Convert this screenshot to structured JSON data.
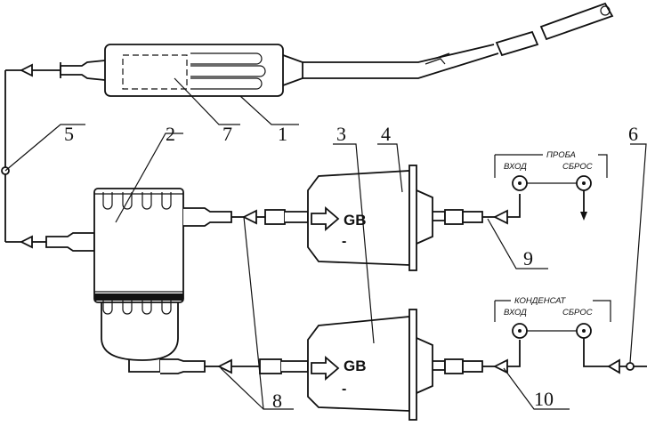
{
  "labels": {
    "n1": "1",
    "n2": "2",
    "n3": "3",
    "n4": "4",
    "n5": "5",
    "n6": "6",
    "n7": "7",
    "n8": "8",
    "n9": "9",
    "n10": "10"
  },
  "filter_top": {
    "gb": "GB",
    "sign": "-"
  },
  "filter_bottom": {
    "gb": "GB",
    "sign": "-"
  },
  "panel_probe": {
    "title": "ПРОБА",
    "inlet": "ВХОД",
    "outlet": "СБРОС"
  },
  "panel_condensate": {
    "title": "КОНДЕНСАТ",
    "inlet": "ВХОД",
    "outlet": "СБРОС"
  }
}
